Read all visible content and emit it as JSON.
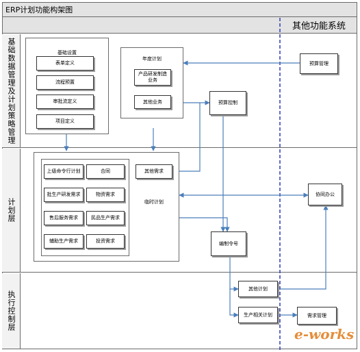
{
  "title": "ERP计划功能构架图",
  "other_systems_title": "其他功能系统",
  "lanes": {
    "basic": "基础数据管理及计划策略管理",
    "plan": "计划层",
    "exec": "执行控制层"
  },
  "basic_settings": {
    "title": "基础设置",
    "items": [
      "表单定义",
      "流程预置",
      "审批流定义",
      "项目定义"
    ]
  },
  "annual_plan": {
    "title": "年度计划",
    "product_rd": "产品研发制造业务",
    "other_business": "其他业务"
  },
  "budget_management": "预算管理",
  "budget_control": "预算控制",
  "temp_plan": {
    "title": "临时计划",
    "items": [
      "上级命令行计划",
      "合同",
      "批生产研发需求",
      "物资需求",
      "售后服务需求",
      "民品生产需求",
      "辅助生产需求",
      "投资需求"
    ]
  },
  "other_demand": "其他需求",
  "collaborative_office": "协同办公",
  "order_number": "编制令号",
  "other_plan": "其他计划",
  "production_plan": "生产相关计划",
  "demand_management": "需求管理",
  "logo": "e-works",
  "colors": {
    "arrow": "#4a7ebb",
    "divider": "#2e3ab4",
    "lane_bg": "#e3e3e3"
  }
}
